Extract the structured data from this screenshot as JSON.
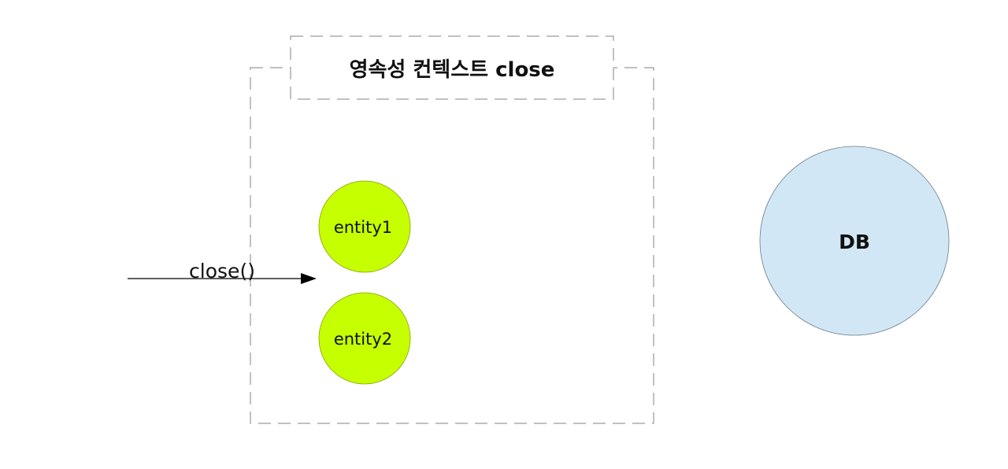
{
  "diagram": {
    "context_title": "영속성 컨텍스트 close",
    "entities": [
      {
        "label": "entity1"
      },
      {
        "label": "entity2"
      }
    ],
    "arrow_label": "close()",
    "db_label": "DB"
  },
  "colors": {
    "entity_fill": "#c5ff00",
    "db_fill": "#d1e7f5",
    "dashed_border": "#9a9a9a"
  }
}
